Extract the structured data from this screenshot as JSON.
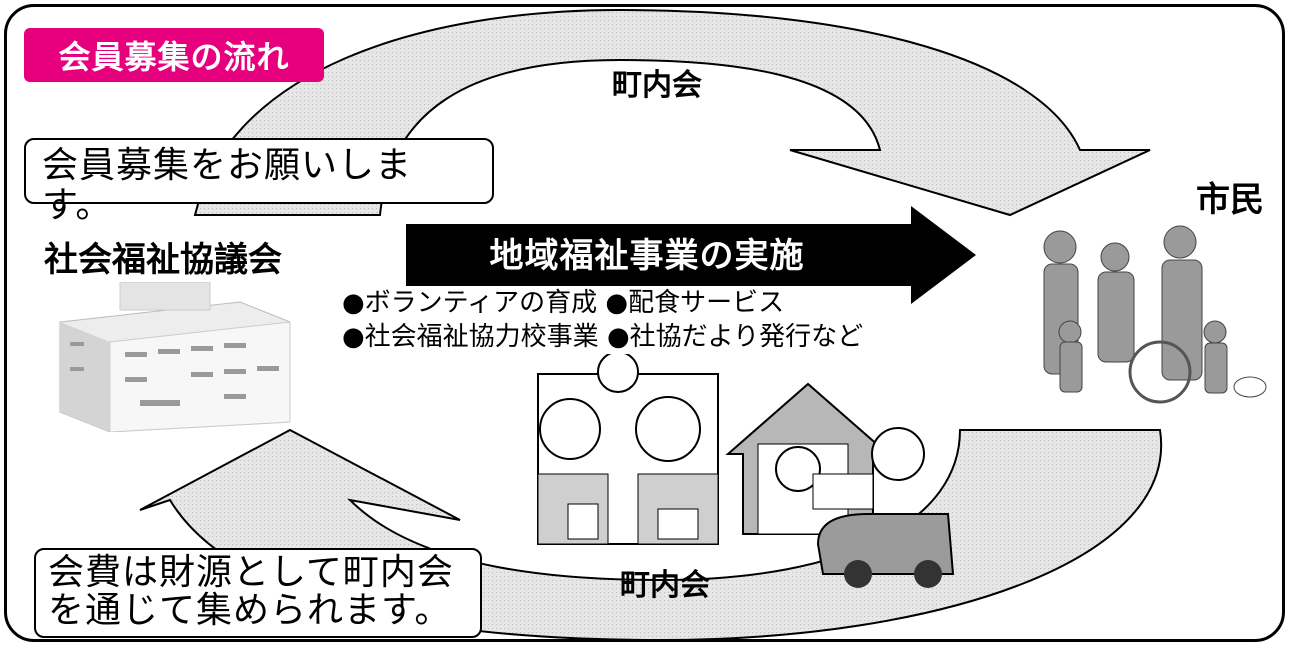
{
  "diagram": {
    "header_tag": "会員募集の流れ",
    "top_label": "町内会",
    "bottom_label": "町内会",
    "right_label": "市民",
    "left_label": "社会福祉協議会",
    "request_box": "会員募集をお願いします。",
    "fee_box_line1": "会費は財源として町内会",
    "fee_box_line2": "を通じて集められます。",
    "center_banner": "地域福祉事業の実施",
    "activities": [
      "●ボランティアの育成 ●配食サービス",
      "●社会福祉協力校事業 ●社協だより発行など"
    ]
  },
  "colors": {
    "tag_bg": "#e6007e",
    "arrow_fill": "#d9d9d9",
    "banner_fill": "#000000"
  }
}
